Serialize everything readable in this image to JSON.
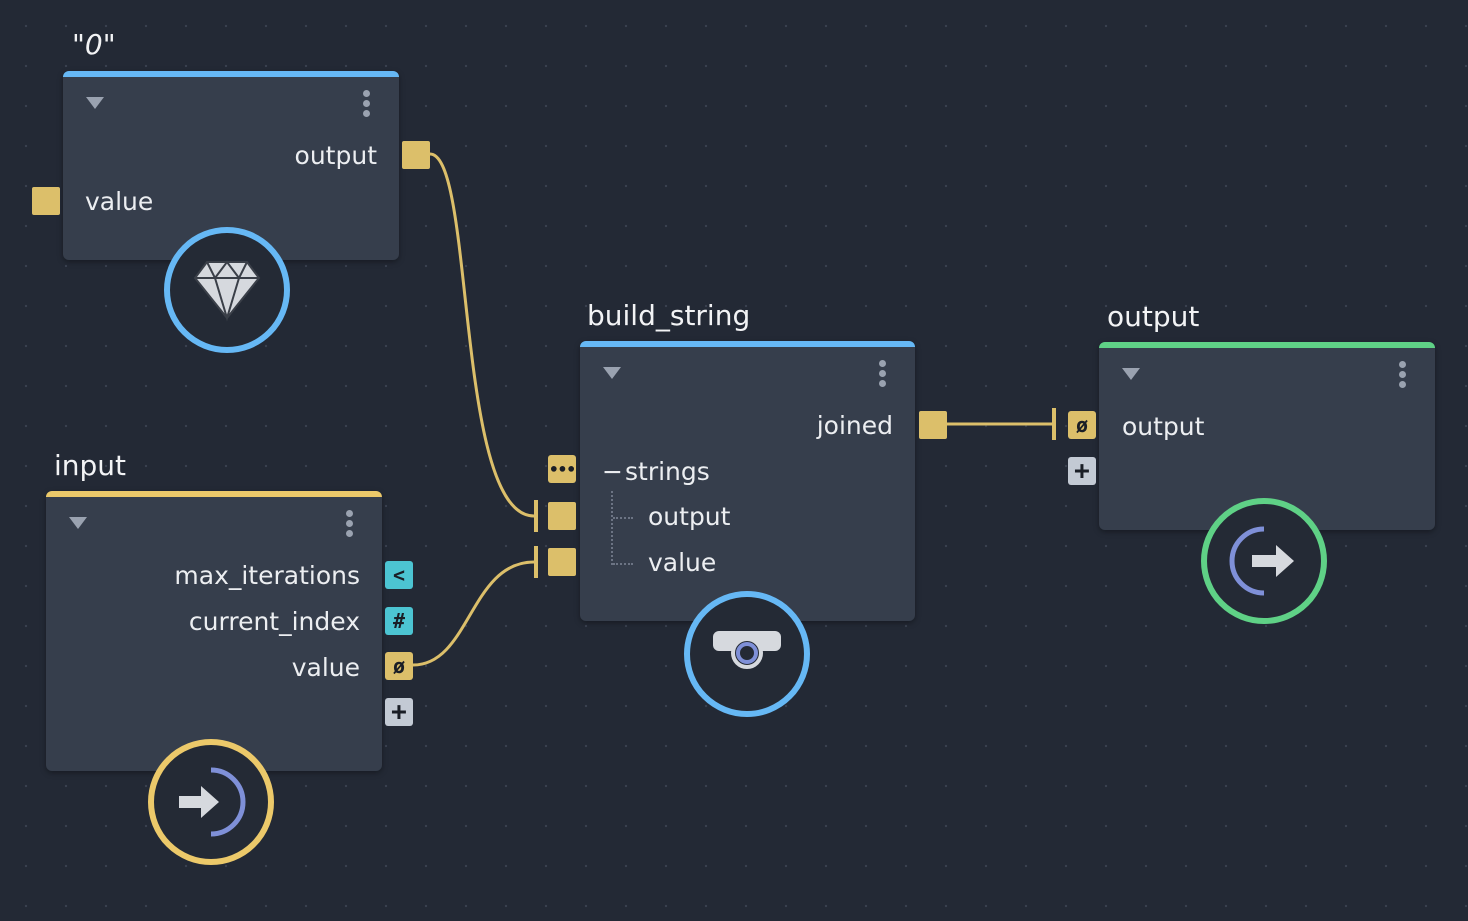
{
  "nodes": {
    "constant": {
      "title": "\"0\"",
      "outputs": [
        "output"
      ],
      "inputs": [
        "value"
      ],
      "icon": "diamond-icon",
      "accent": "#66b8f5"
    },
    "input": {
      "title": "input",
      "outputs": [
        "max_iterations",
        "current_index",
        "value"
      ],
      "output_port_glyphs": [
        "<",
        "#",
        "ø"
      ],
      "add_glyph": "+",
      "icon": "enter-arrow-icon",
      "accent": "#ecc96a"
    },
    "build_string": {
      "title": "build_string",
      "outputs": [
        "joined"
      ],
      "group_label": "strings",
      "group_toggle": "−",
      "group_items": [
        "output",
        "value"
      ],
      "icon": "toggle-switch-icon",
      "accent": "#66b8f5"
    },
    "output": {
      "title": "output",
      "inputs": [
        "output"
      ],
      "input_port_glyph": "ø",
      "add_glyph": "+",
      "icon": "exit-arrow-icon",
      "accent": "#5fd186"
    }
  },
  "colors": {
    "background": "#232935",
    "node_body": "#363e4c",
    "wire": "#dcbf6a",
    "string_port": "#dcbf6a",
    "number_port": "#4cc4d2"
  }
}
